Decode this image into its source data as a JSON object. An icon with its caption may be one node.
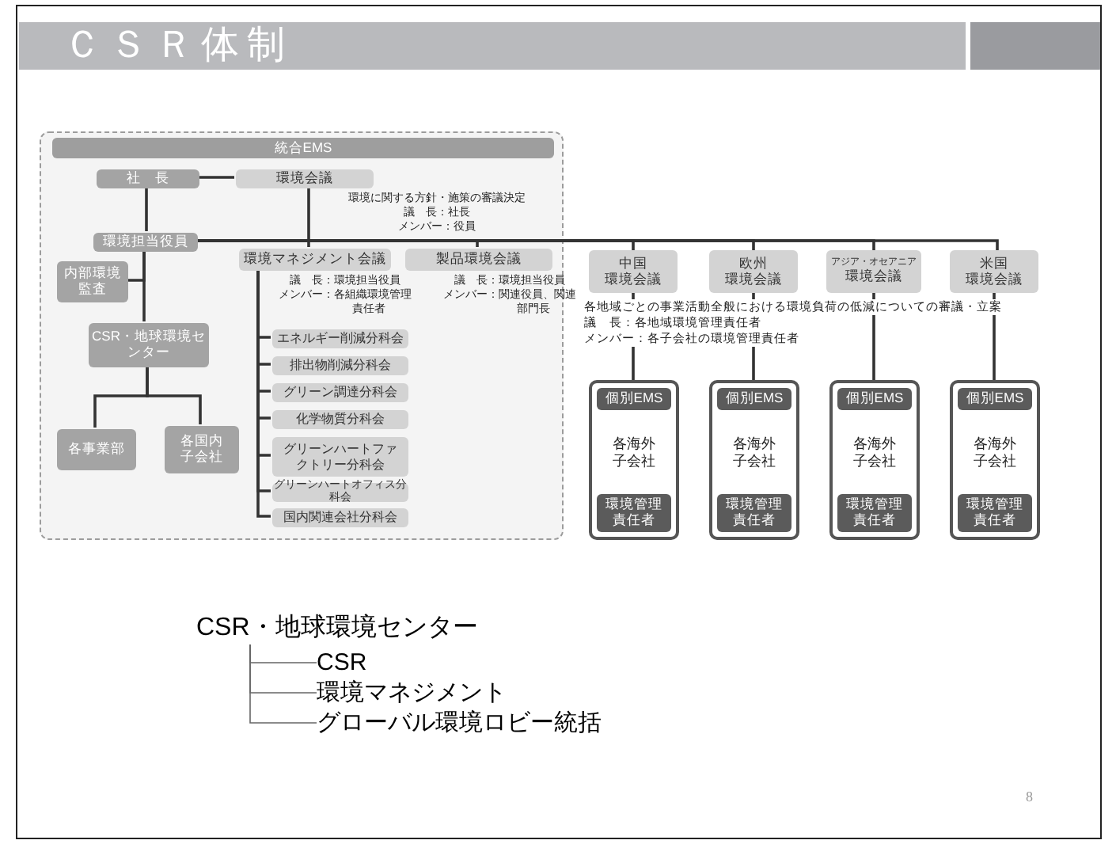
{
  "diagram": {
    "title": "ＣＳＲ体制",
    "nodes": [
      {
        "text": [
          "統合EMS"
        ]
      },
      {
        "text": [
          "社　長"
        ],
        "in": 0
      },
      {
        "text": [
          "環境会議"
        ],
        "in": 0,
        "beside": [
          "環境に関する方針・施策の審議決定",
          "議　長：社長",
          "メンバー：役員"
        ]
      },
      {
        "text": [
          "環境担当役員"
        ],
        "in": 0
      },
      {
        "text": [
          "内部環境監査"
        ],
        "in": 0
      },
      {
        "text": [
          "CSR・地球環境センター"
        ],
        "in": 0
      },
      {
        "text": [
          "各事業部"
        ],
        "in": 0
      },
      {
        "text": [
          "各国内子会社"
        ],
        "in": 0
      },
      {
        "text": [
          "環境マネジメント会議"
        ],
        "in": 0,
        "beside": [
          "議　長：環境担当役員",
          "メンバー：各組織環境管理責任者"
        ]
      },
      {
        "text": [
          "製品環境会議"
        ],
        "in": 0,
        "beside": [
          "議　長：環境担当役員",
          "メンバー：関連役員、関連部門長"
        ]
      },
      {
        "text": [
          "エネルギー削減分科会"
        ],
        "in": 0
      },
      {
        "text": [
          "排出物削減分科会"
        ],
        "in": 0
      },
      {
        "text": [
          "グリーン調達分科会"
        ],
        "in": 0
      },
      {
        "text": [
          "化学物質分科会"
        ],
        "in": 0
      },
      {
        "text": [
          "グリーンハートファクトリー分科会"
        ],
        "in": 0
      },
      {
        "text": [
          "グリーンハートオフィス分科会"
        ],
        "in": 0
      },
      {
        "text": [
          "国内関連会社分科会"
        ],
        "in": 0
      },
      {
        "text": [
          "中国",
          "環境会議"
        ]
      },
      {
        "text": [
          "欧州",
          "環境会議"
        ]
      },
      {
        "text": [
          "アジア・オセアニア",
          "環境会議"
        ]
      },
      {
        "text": [
          "米国",
          "環境会議"
        ]
      },
      {
        "text": [
          "個別EMS",
          "各海外子会社",
          "環境管理責任者"
        ]
      },
      {
        "text": [
          "個別EMS",
          "各海外子会社",
          "環境管理責任者"
        ]
      },
      {
        "text": [
          "個別EMS",
          "各海外子会社",
          "環境管理責任者"
        ]
      },
      {
        "text": [
          "個別EMS",
          "各海外子会社",
          "環境管理責任者"
        ]
      },
      {
        "text": [
          "CSR・地球環境センター"
        ]
      },
      {
        "text": [
          "CSR"
        ]
      },
      {
        "text": [
          "環境マネジメント"
        ]
      },
      {
        "text": [
          "グローバル環境ロビー統括"
        ]
      }
    ],
    "edges": [
      {
        "from": 1,
        "to": 2,
        "arrow": "none"
      },
      {
        "from": 1,
        "to": 3,
        "arrow": "none"
      },
      {
        "from": 2,
        "to": 8,
        "arrow": "none"
      },
      {
        "from": 3,
        "to": 4,
        "arrow": "none"
      },
      {
        "from": 3,
        "to": 5,
        "arrow": "none"
      },
      {
        "from": 3,
        "to": 9,
        "arrow": "none"
      },
      {
        "from": 3,
        "to": 17,
        "arrow": "none"
      },
      {
        "from": 3,
        "to": 18,
        "arrow": "none"
      },
      {
        "from": 3,
        "to": 19,
        "arrow": "none"
      },
      {
        "from": 3,
        "to": 20,
        "arrow": "none"
      },
      {
        "from": 5,
        "to": 6,
        "arrow": "none"
      },
      {
        "from": 5,
        "to": 7,
        "arrow": "none"
      },
      {
        "from": 8,
        "to": 10,
        "arrow": "none"
      },
      {
        "from": 8,
        "to": 11,
        "arrow": "none"
      },
      {
        "from": 8,
        "to": 12,
        "arrow": "none"
      },
      {
        "from": 8,
        "to": 13,
        "arrow": "none"
      },
      {
        "from": 8,
        "to": 14,
        "arrow": "none"
      },
      {
        "from": 8,
        "to": 15,
        "arrow": "none"
      },
      {
        "from": 8,
        "to": 16,
        "arrow": "none"
      },
      {
        "from": 17,
        "to": 21,
        "arrow": "none"
      },
      {
        "from": 18,
        "to": 22,
        "arrow": "none"
      },
      {
        "from": 19,
        "to": 23,
        "arrow": "none"
      },
      {
        "from": 20,
        "to": 24,
        "arrow": "none"
      },
      {
        "from": 25,
        "to": 26,
        "arrow": "none"
      },
      {
        "from": 25,
        "to": 27,
        "arrow": "none"
      },
      {
        "from": 25,
        "to": 28,
        "arrow": "none"
      }
    ],
    "labels": [
      "各地域ごとの事業活動全般における環境負荷の低減についての審議・立案",
      "議　長：各地域環境管理責任者",
      "メンバー：各子会社の環境管理責任者",
      "8"
    ]
  }
}
